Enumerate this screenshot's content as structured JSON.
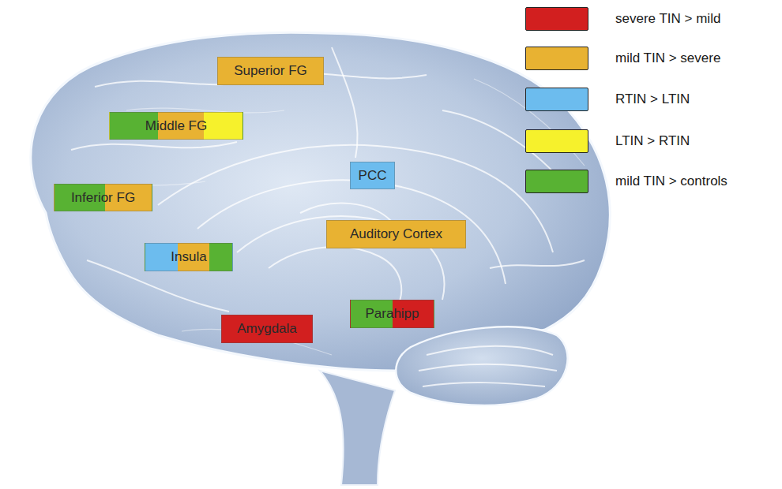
{
  "diagram": {
    "nodes": [
      {
        "text": [
          "Superior FG"
        ]
      },
      {
        "text": [
          "Middle FG"
        ]
      },
      {
        "text": [
          "PCC"
        ]
      },
      {
        "text": [
          "Inferior FG"
        ]
      },
      {
        "text": [
          "Auditory Cortex"
        ]
      },
      {
        "text": [
          "Insula"
        ]
      },
      {
        "text": [
          "Parahipp"
        ]
      },
      {
        "text": [
          "Amygdala"
        ]
      }
    ],
    "legend": [
      {
        "text": "severe TIN > mild",
        "color": "#d21f1f"
      },
      {
        "text": "mild TIN > severe",
        "color": "#e8b232"
      },
      {
        "text": "RTIN > LTIN",
        "color": "#6cbcee"
      },
      {
        "text": "LTIN > RTIN",
        "color": "#f6f12c"
      },
      {
        "text": "mild TIN > controls",
        "color": "#58b233"
      }
    ]
  }
}
